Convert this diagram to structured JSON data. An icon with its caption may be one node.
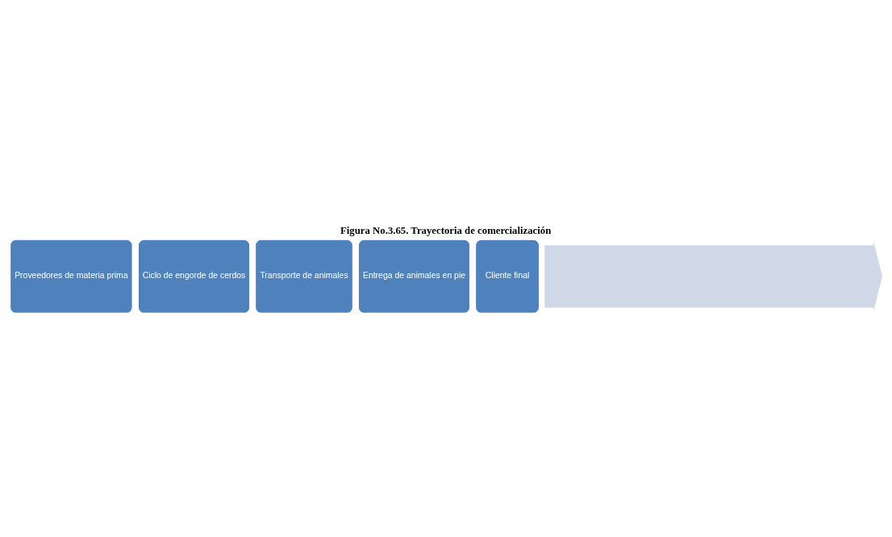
{
  "diagram": {
    "title": "Figura No.3.65. Trayectoria de comercialización",
    "nodes": [
      {
        "text": [],
        "shape": "arrow"
      },
      {
        "text": [
          "Proveedores de materia prima"
        ]
      },
      {
        "text": [
          "Ciclo de engorde de cerdos"
        ]
      },
      {
        "text": [
          "Transporte de animales"
        ]
      },
      {
        "text": [
          "Entrega de animales en pie"
        ]
      },
      {
        "text": [
          "Cliente final"
        ]
      }
    ],
    "edges": []
  }
}
